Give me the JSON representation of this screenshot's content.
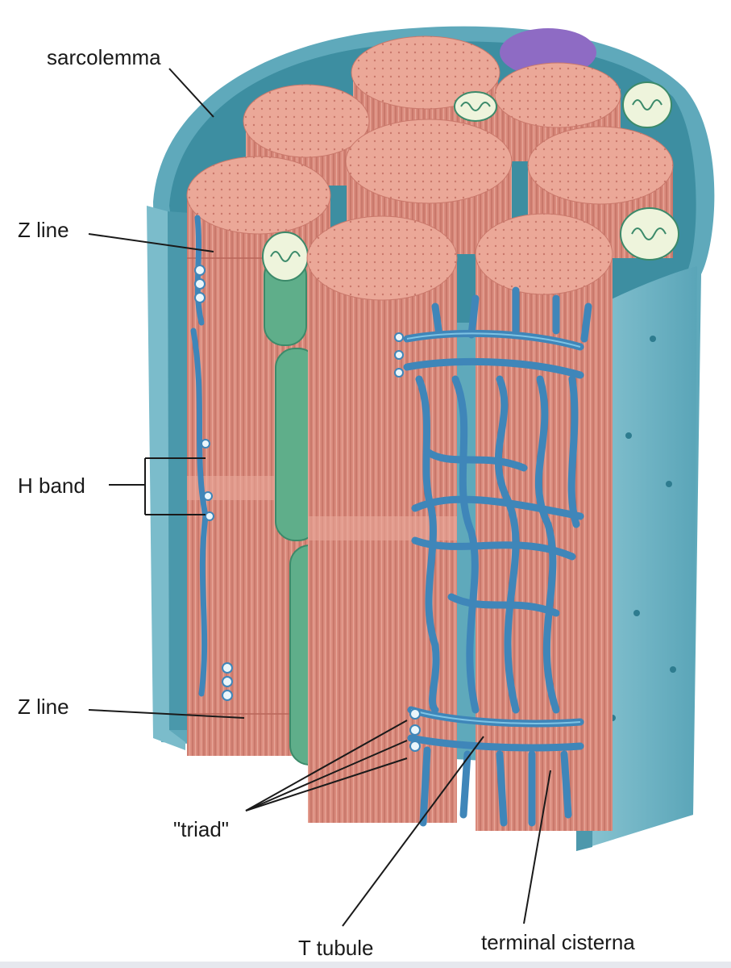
{
  "labels": {
    "sarcolemma": "sarcolemma",
    "z_line_top": "Z line",
    "h_band": "H band",
    "z_line_bottom": "Z line",
    "triad": "\"triad\"",
    "t_tubule": "T tubule",
    "terminal_cisterna": "terminal cisterna"
  },
  "colors": {
    "myofibril": "#d98a7c",
    "myofibril_top": "#e9a393",
    "sarcolemma": "#6fb4c4",
    "sarcoplasmic_reticulum": "#3f86b9",
    "mitochondrion": "#5fae8a",
    "nucleus": "#8e6bc4"
  }
}
